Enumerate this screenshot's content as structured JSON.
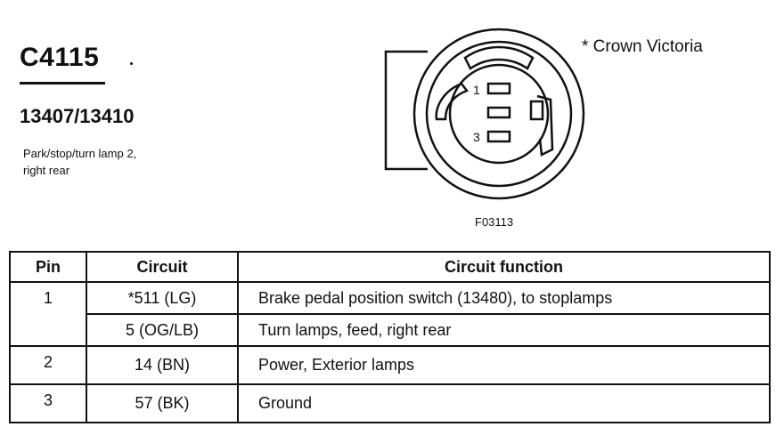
{
  "connector": {
    "id": "C4115",
    "part_number": "13407/13410",
    "description_lines": [
      "Park/stop/turn lamp 2,",
      "right rear"
    ]
  },
  "diagram": {
    "note": "* Crown Victoria",
    "figure_id": "F03113",
    "pin_labels": [
      "1",
      "3"
    ]
  },
  "table": {
    "headers": {
      "pin": "Pin",
      "circuit": "Circuit",
      "function": "Circuit function"
    },
    "rows": [
      {
        "pin": "1",
        "circuit": "*511 (LG)",
        "function": "Brake pedal position switch (13480), to stoplamps"
      },
      {
        "pin": "",
        "circuit": "5 (OG/LB)",
        "function": "Turn lamps, feed, right rear"
      },
      {
        "pin": "2",
        "circuit": "14 (BN)",
        "function": "Power, Exterior lamps"
      },
      {
        "pin": "3",
        "circuit": "57 (BK)",
        "function": "Ground"
      }
    ]
  }
}
